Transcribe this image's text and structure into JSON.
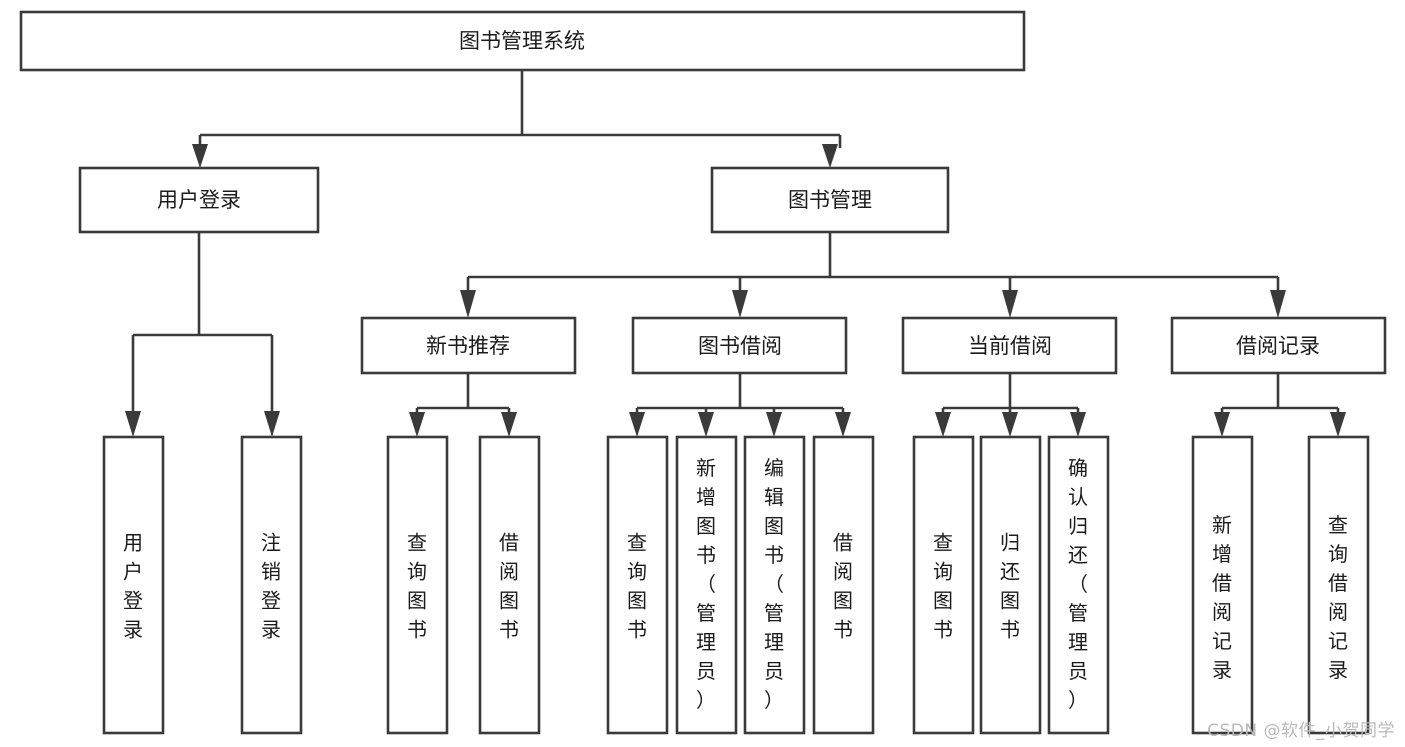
{
  "diagram": {
    "type": "tree-hierarchy-chart",
    "title": "图书管理系统",
    "watermark": "CSDN @软件_小贺同学",
    "colors": {
      "box_stroke": "#3a3a3a",
      "box_fill": "#ffffff",
      "text": "#1b1b1b",
      "background": "#ffffff",
      "watermark": "#b9b9b9"
    },
    "root": {
      "id": "root",
      "label": "图书管理系统",
      "orientation": "horizontal"
    },
    "level2": [
      {
        "id": "user-login",
        "label": "用户登录",
        "orientation": "horizontal"
      },
      {
        "id": "book-management",
        "label": "图书管理",
        "orientation": "horizontal"
      }
    ],
    "level3": [
      {
        "id": "new-book-recommend",
        "label": "新书推荐",
        "parent": "book-management",
        "orientation": "horizontal"
      },
      {
        "id": "book-borrow",
        "label": "图书借阅",
        "parent": "book-management",
        "orientation": "horizontal"
      },
      {
        "id": "current-borrow",
        "label": "当前借阅",
        "parent": "book-management",
        "orientation": "horizontal"
      },
      {
        "id": "borrow-record",
        "label": "借阅记录",
        "parent": "book-management",
        "orientation": "horizontal"
      }
    ],
    "leaves": [
      {
        "id": "leaf-user-login",
        "label": "用户登录",
        "parent": "user-login",
        "orientation": "vertical"
      },
      {
        "id": "leaf-logout-login",
        "label": "注销登录",
        "parent": "user-login",
        "orientation": "vertical"
      },
      {
        "id": "leaf-query-book-1",
        "label": "查询图书",
        "parent": "new-book-recommend",
        "orientation": "vertical"
      },
      {
        "id": "leaf-borrow-book-1",
        "label": "借阅图书",
        "parent": "new-book-recommend",
        "orientation": "vertical"
      },
      {
        "id": "leaf-query-book-2",
        "label": "查询图书",
        "parent": "book-borrow",
        "orientation": "vertical"
      },
      {
        "id": "leaf-add-book",
        "label": "新增图书（管理员）",
        "parent": "book-borrow",
        "orientation": "vertical"
      },
      {
        "id": "leaf-edit-book",
        "label": "编辑图书（管理员）",
        "parent": "book-borrow",
        "orientation": "vertical"
      },
      {
        "id": "leaf-borrow-book-2",
        "label": "借阅图书",
        "parent": "book-borrow",
        "orientation": "vertical"
      },
      {
        "id": "leaf-query-book-3",
        "label": "查询图书",
        "parent": "current-borrow",
        "orientation": "vertical"
      },
      {
        "id": "leaf-return-book",
        "label": "归还图书",
        "parent": "current-borrow",
        "orientation": "vertical"
      },
      {
        "id": "leaf-confirm-return",
        "label": "确认归还（管理员）",
        "parent": "current-borrow",
        "orientation": "vertical"
      },
      {
        "id": "leaf-add-record",
        "label": "新增借阅记录",
        "parent": "borrow-record",
        "orientation": "vertical"
      },
      {
        "id": "leaf-query-record",
        "label": "查询借阅记录",
        "parent": "borrow-record",
        "orientation": "vertical"
      }
    ]
  }
}
